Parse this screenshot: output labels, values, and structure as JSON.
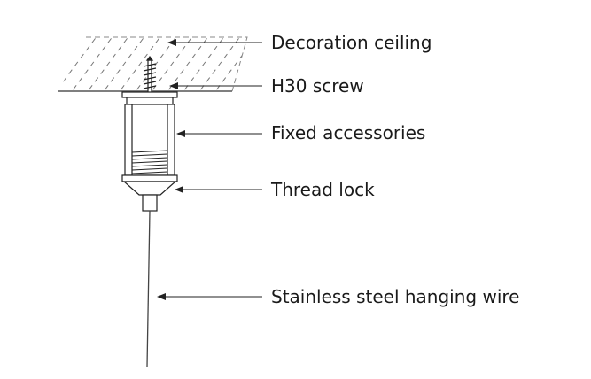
{
  "labels": {
    "ceiling": "Decoration ceiling",
    "screw": "H30 screw",
    "fixed_accessories": "Fixed accessories",
    "thread_lock": "Thread lock",
    "wire": "Stainless steel hanging wire"
  }
}
